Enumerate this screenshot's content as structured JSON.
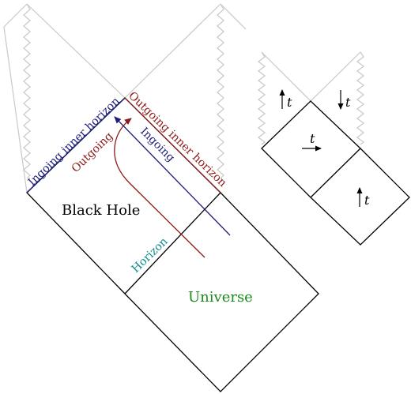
{
  "labels": {
    "black_hole": "Black Hole",
    "universe": "Universe",
    "horizon": "Horizon",
    "ingoing": "Ingoing",
    "outgoing": "Outgoing",
    "ingoing_inner_horizon": "Ingoing inner horizon",
    "outgoing_inner_horizon": "Outgoing inner horizon",
    "t_top_left": "t",
    "t_top_right": "t",
    "t_middle": "t",
    "t_bottom": "t"
  },
  "colors": {
    "outline": "#000000",
    "singularity": "#c8c8c8",
    "horizon": "#108b8b",
    "ingoing": "#1e1e7a",
    "outgoing": "#8b1a1a",
    "universe": "#1a8a1a"
  }
}
